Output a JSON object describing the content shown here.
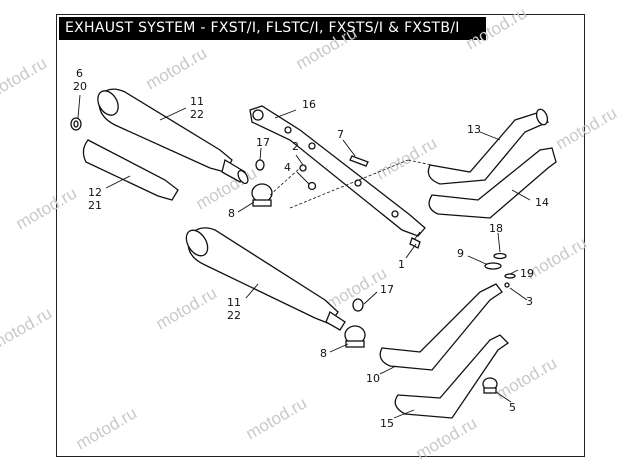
{
  "title": "EXHAUST SYSTEM - FXST/I, FLSTC/I, FXSTS/I & FXSTB/I",
  "watermark": "motod.ru",
  "callouts": {
    "c1": "1",
    "c2": "2",
    "c3": "3",
    "c4": "4",
    "c5": "5",
    "c6": "6",
    "c7": "7",
    "c8a": "8",
    "c8b": "8",
    "c9": "9",
    "c10": "10",
    "c11a": "11",
    "c11b": "11",
    "c12": "12",
    "c13": "13",
    "c14": "14",
    "c15": "15",
    "c16": "16",
    "c17a": "17",
    "c17b": "17",
    "c18": "18",
    "c19": "19",
    "c20": "20",
    "c21": "21",
    "c22a": "22",
    "c22b": "22"
  }
}
